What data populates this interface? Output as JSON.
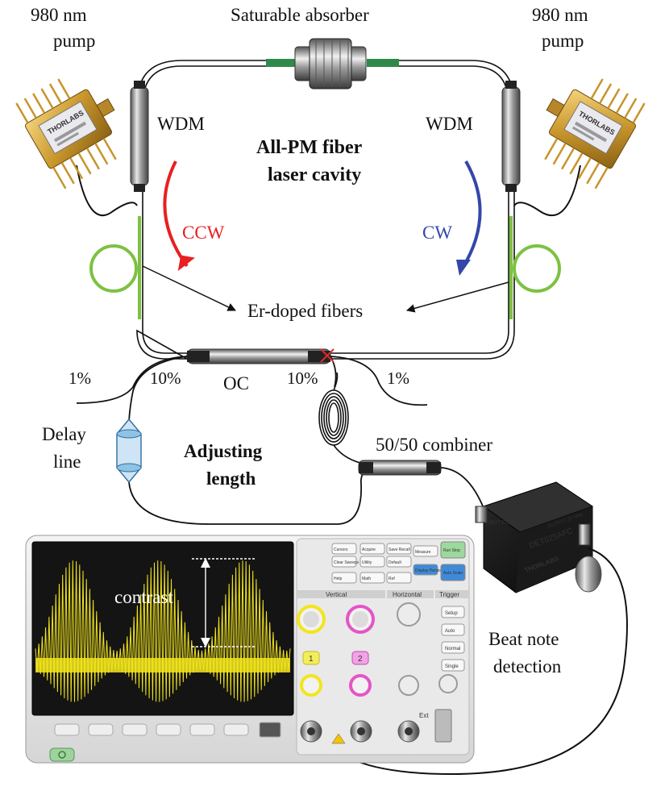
{
  "labels": {
    "pump_left": [
      "980 nm",
      "pump"
    ],
    "pump_right": [
      "980 nm",
      "pump"
    ],
    "saturable_absorber": "Saturable absorber",
    "wdm_left": "WDM",
    "wdm_right": "WDM",
    "cavity_title": [
      "All-PM fiber",
      "laser cavity"
    ],
    "ccw": "CCW",
    "cw": "CW",
    "er_fibers": "Er-doped fibers",
    "oc": "OC",
    "pct_1_left": "1%",
    "pct_10_left": "10%",
    "pct_10_right": "10%",
    "pct_1_right": "1%",
    "delay_line": [
      "Delay",
      "line"
    ],
    "adjusting_length": [
      "Adjusting",
      "length"
    ],
    "combiner": "50/50 combiner",
    "beat_note": [
      "Beat note",
      "detection"
    ],
    "contrast": "contrast"
  },
  "detector": {
    "model": "DET025AFC",
    "brand": "THORLABS",
    "input_label": "INPUT FC/PC",
    "output_label": "OUTPUT 2V Max"
  },
  "oscilloscope": {
    "section_vertical": "Vertical",
    "section_horizontal": "Horizontal",
    "section_trigger": "Trigger",
    "channel_1": "1",
    "channel_2": "2",
    "buttons": [
      "Cursors",
      "Acquire",
      "Save Recall",
      "Measure",
      "Clear Sweeps",
      "Utility",
      "Default",
      "Display Persist",
      "Help",
      "Math",
      "Ref",
      "Setup",
      "Auto",
      "Normal",
      "Single",
      "Run Stop",
      "Auto Scale"
    ],
    "ext_label": "Ext"
  },
  "colors": {
    "ccw_arrow": "#e82020",
    "cw_arrow": "#3447a8",
    "er_fiber": "#7dc142",
    "trace": "#f2e51c",
    "screen_bg": "#141414",
    "cut_mark": "#e02a2a"
  }
}
